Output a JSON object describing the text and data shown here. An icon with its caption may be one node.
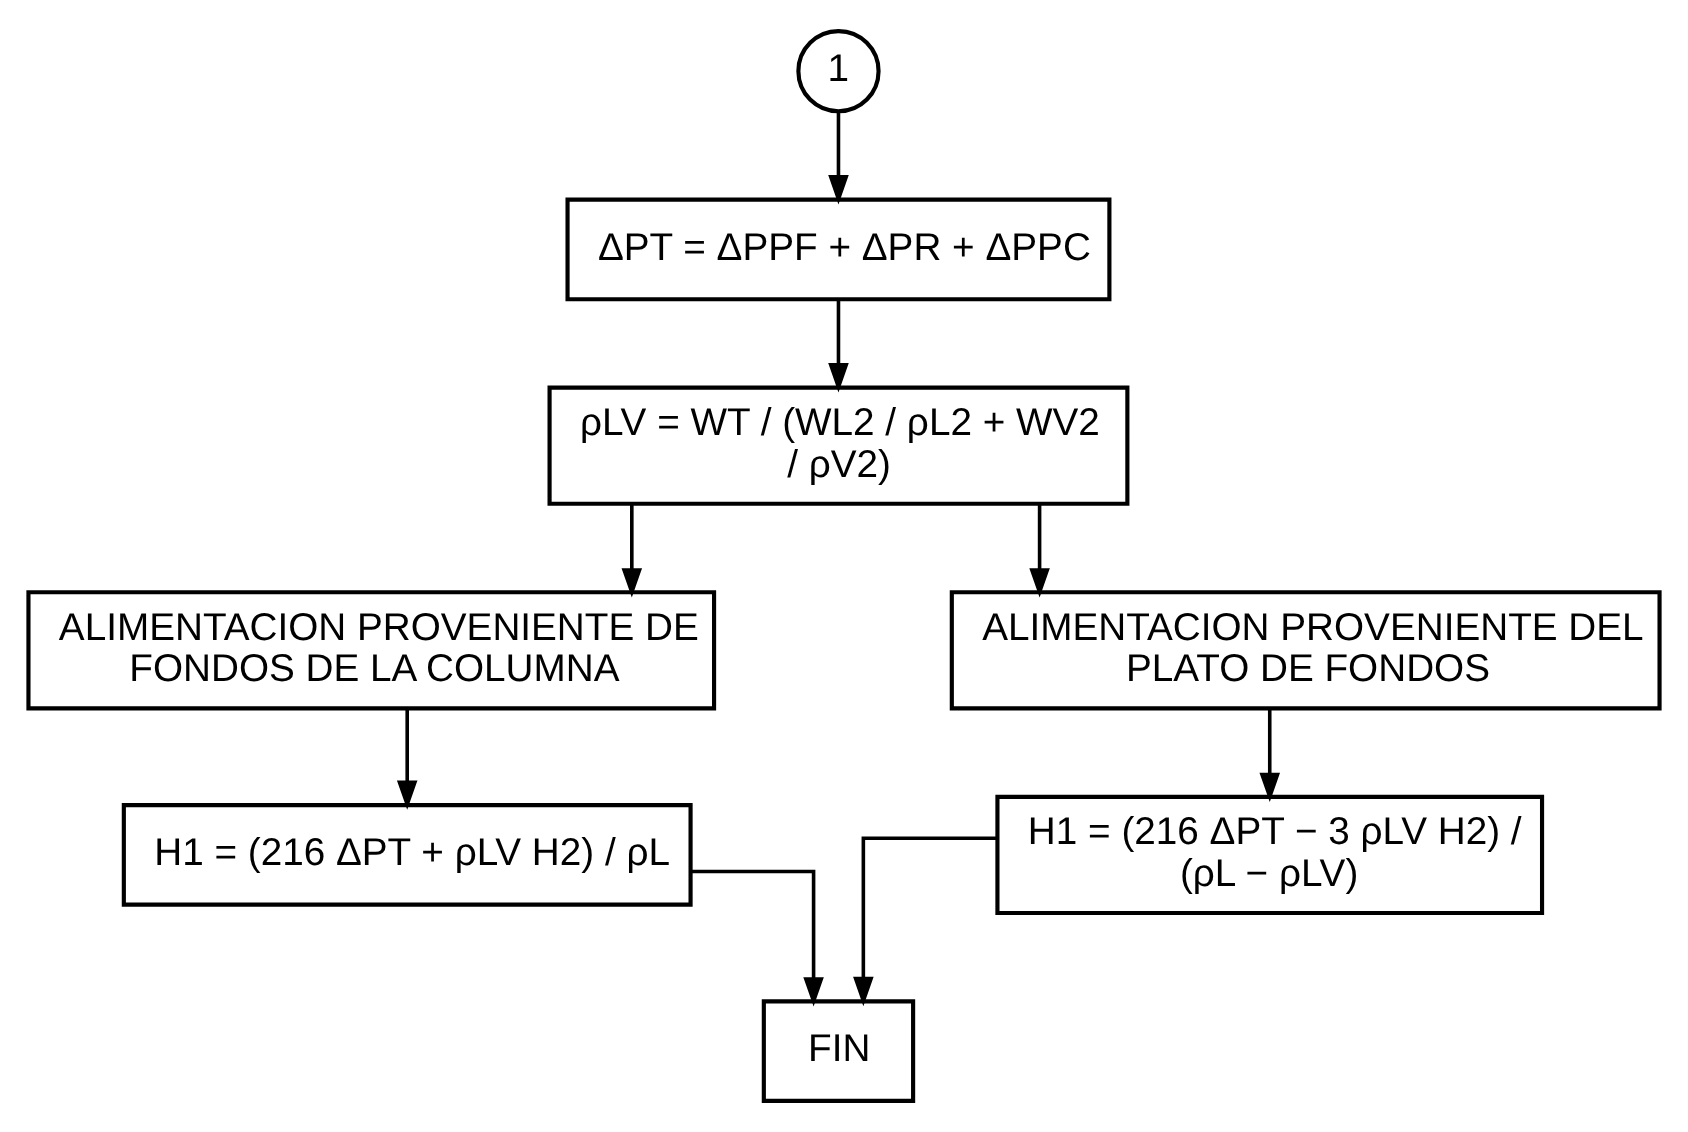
{
  "diagram": {
    "nodes": [
      {
        "text": [
          "1"
        ]
      },
      {
        "text": [
          "ΔPT = ΔPPF + ΔPR + ΔPPC"
        ]
      },
      {
        "text": [
          "ρLV = WT / (WL2 / ρL2 + WV2 / ρV2)"
        ]
      },
      {
        "text": [
          "ALIMENTACION PROVENIENTE DE FONDOS DE LA COLUMNA"
        ]
      },
      {
        "text": [
          "H1 = (216 ΔPT + ρLV H2) / ρL"
        ]
      },
      {
        "text": [
          "ALIMENTACION PROVENIENTE DEL PLATO DE FONDOS"
        ]
      },
      {
        "text": [
          "H1 = (216 ΔPT − 3 ρLV H2) / (ρL − ρLV)"
        ]
      },
      {
        "text": [
          "FIN"
        ]
      }
    ],
    "edges": [
      {
        "from": 0,
        "to": 1,
        "arrow": "to"
      },
      {
        "from": 1,
        "to": 2,
        "arrow": "to"
      },
      {
        "from": 2,
        "to": 3,
        "arrow": "to"
      },
      {
        "from": 2,
        "to": 5,
        "arrow": "to"
      },
      {
        "from": 3,
        "to": 4,
        "arrow": "to"
      },
      {
        "from": 5,
        "to": 6,
        "arrow": "to"
      },
      {
        "from": 4,
        "to": 7,
        "arrow": "to"
      },
      {
        "from": 6,
        "to": 7,
        "arrow": "to"
      }
    ]
  }
}
